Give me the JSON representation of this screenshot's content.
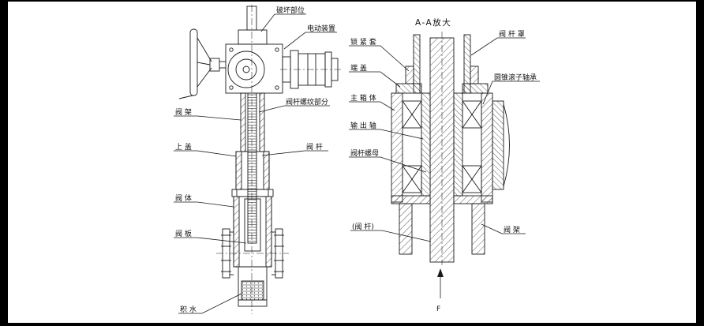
{
  "colors": {
    "background": "#000000",
    "sheet": "#ffffff",
    "line": "#1a1a1a"
  },
  "left_view": {
    "labels": {
      "damage_part": "破坏部位",
      "electric_actuator": "电动装置",
      "yoke": "阀 架",
      "stem_thread_part": "阀杆螺纹部分",
      "upper_cover": "上 盖",
      "stem": "阀 杆",
      "body": "阀 体",
      "plate": "阀 板",
      "water": "积 水"
    }
  },
  "section_view": {
    "title": "A-A放大",
    "labels": {
      "lock_sleeve": "锁 紧 套",
      "stem_cover": "阀 杆 罩",
      "end_cover": "端 盖",
      "taper_roller_bearing": "圆锥滚子轴承",
      "main_box": "主 箱 体",
      "output_shaft": "输 出 轴",
      "stem_nut": "阀杆螺母",
      "stem_ref": "(阀 杆)",
      "yoke": "阀 架",
      "force": "F"
    }
  }
}
